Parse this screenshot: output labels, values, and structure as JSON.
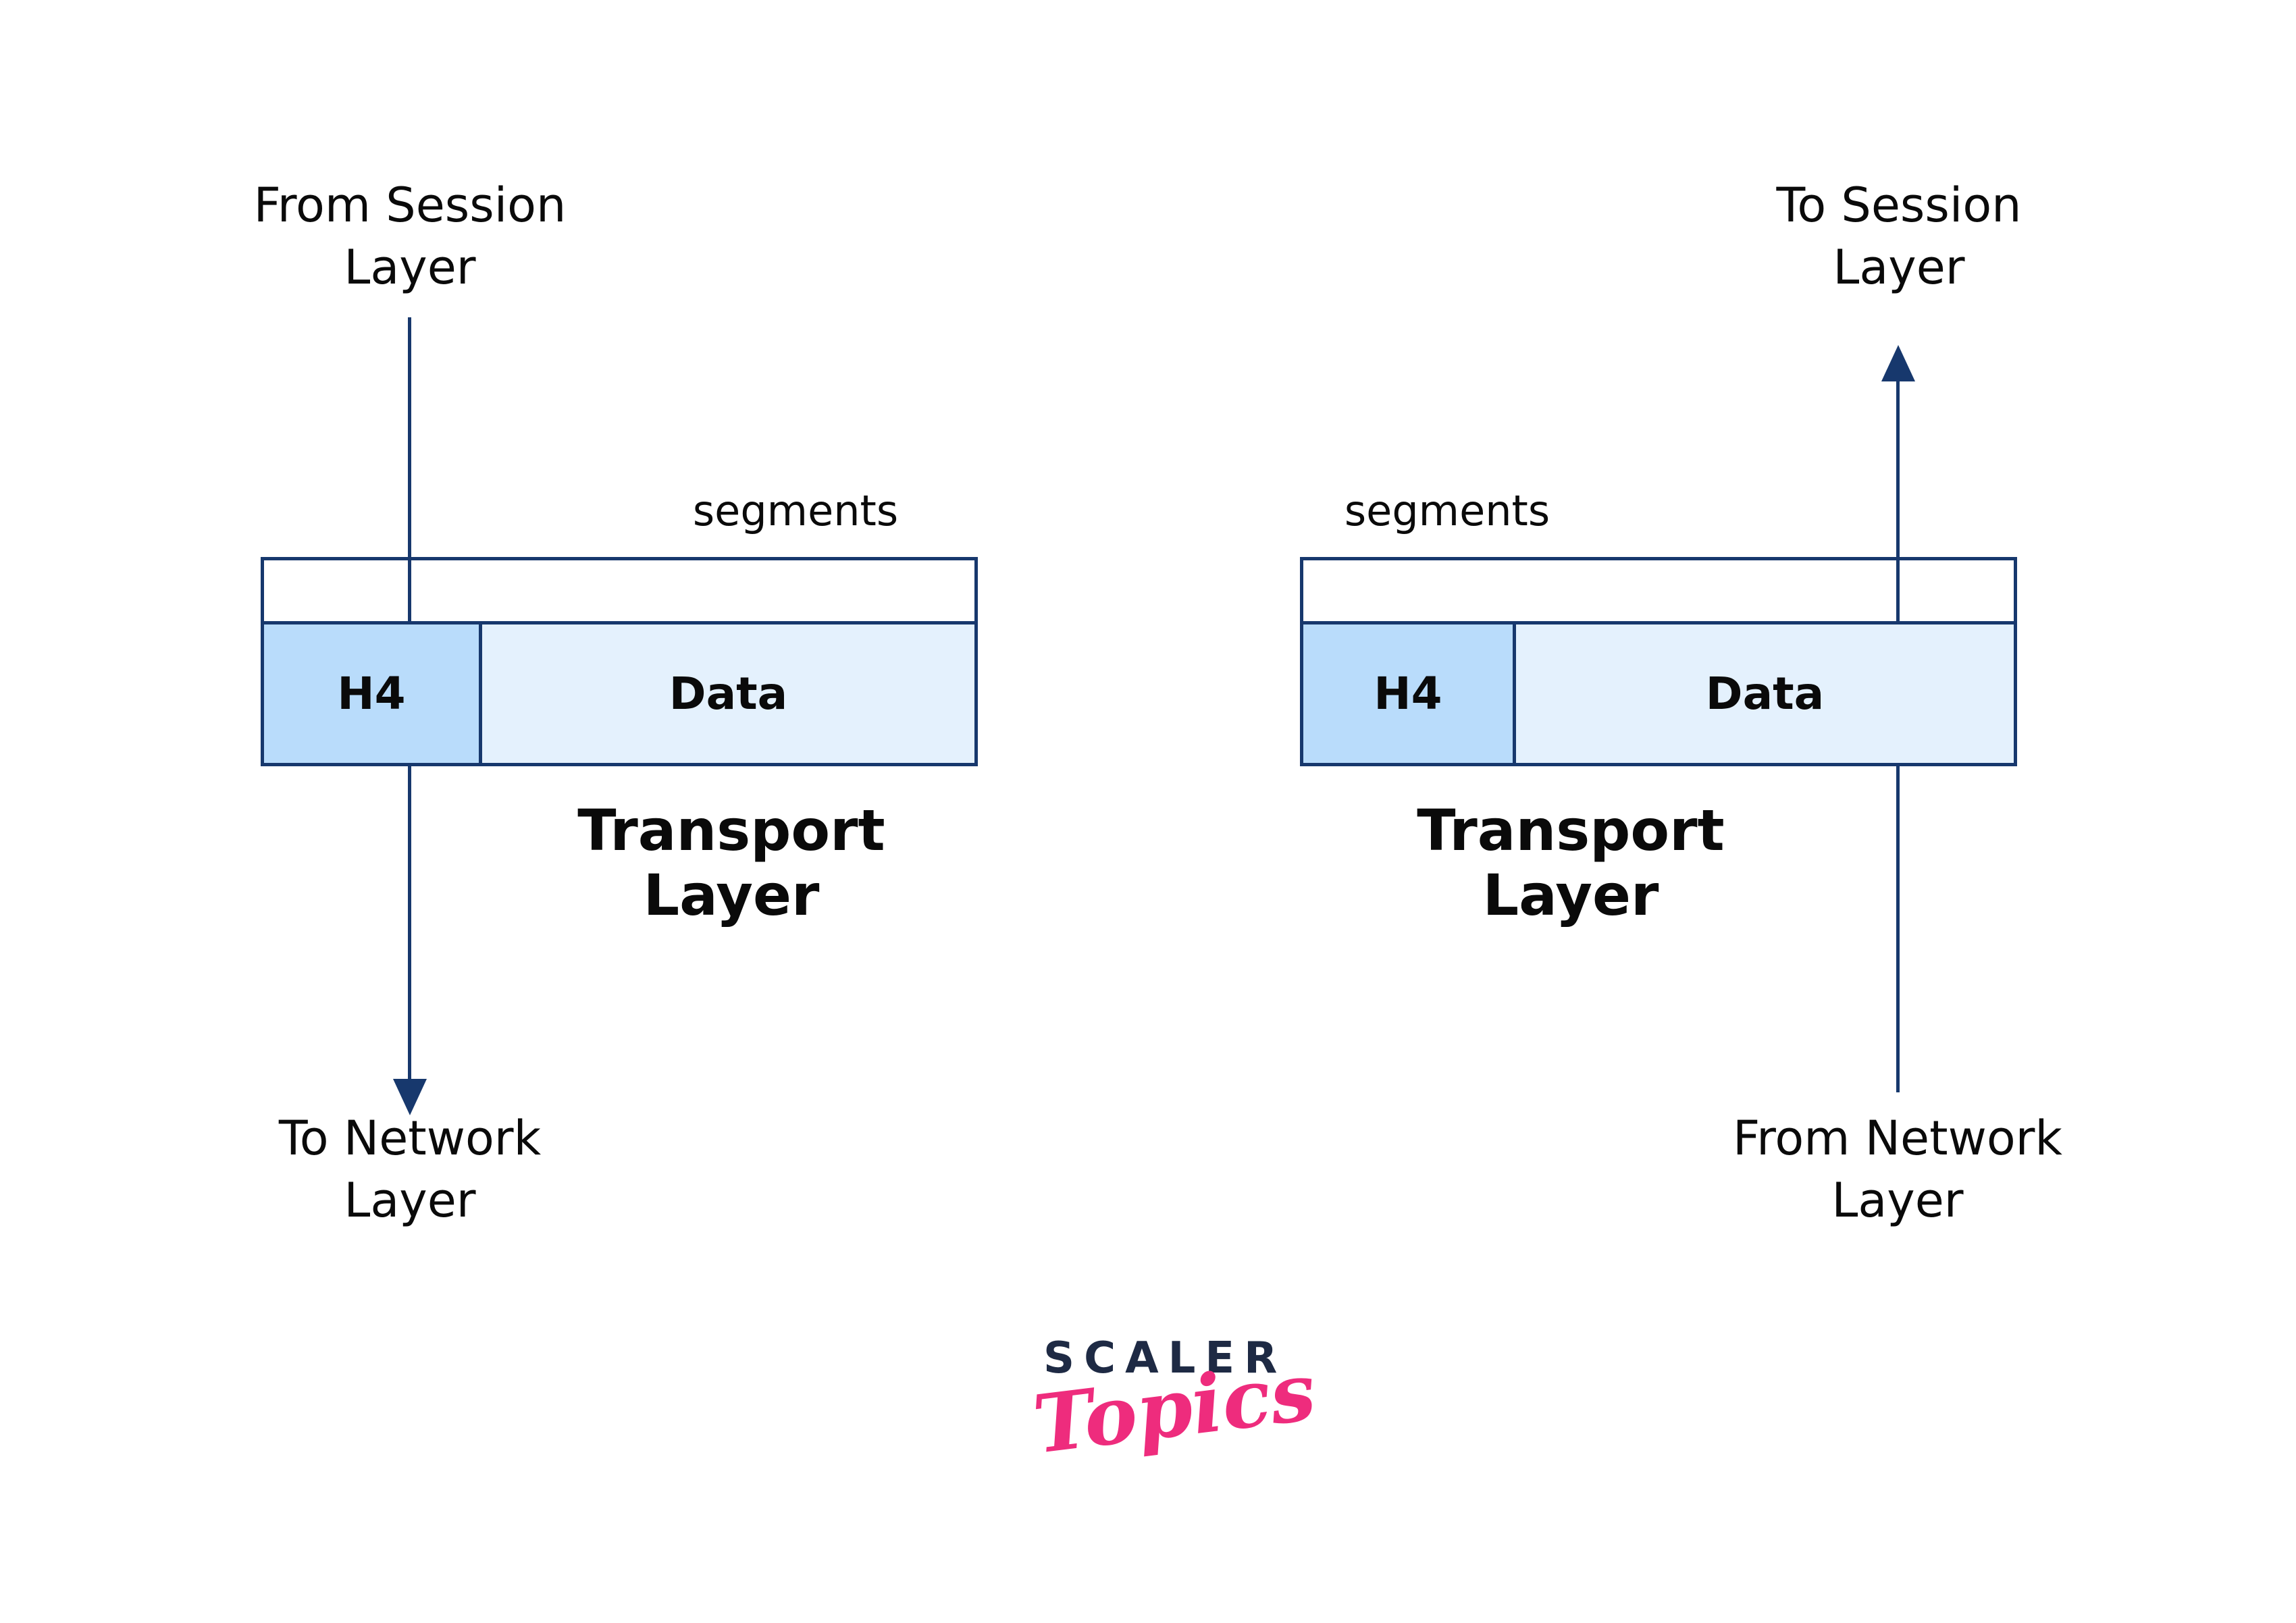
{
  "left": {
    "top_label": "From Session\nLayer",
    "segments_label": "segments",
    "h4_label": "H4",
    "data_label": "Data",
    "layer_label": "Transport Layer",
    "bottom_label": "To Network\nLayer"
  },
  "right": {
    "top_label": "To Session\nLayer",
    "segments_label": "segments",
    "h4_label": "H4",
    "data_label": "Data",
    "layer_label": "Transport Layer",
    "bottom_label": "From Network\nLayer"
  },
  "logo": {
    "primary": "SCALER",
    "secondary": "Topics"
  },
  "colors": {
    "navy": "#17386d",
    "h4_fill": "#b9dcfb",
    "data_fill": "#e4f1fd",
    "text": "#0a0a0a",
    "logo_navy": "#1e2a44",
    "logo_pink": "#ee2c7d"
  }
}
